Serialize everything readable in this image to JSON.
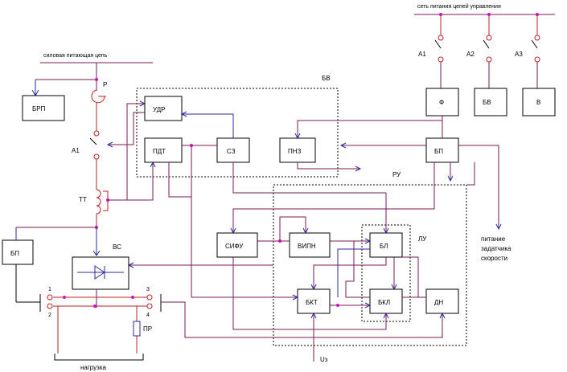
{
  "labels": {
    "control_net": "сеть питания цепей управления",
    "power_net": "силовая питающая цепь",
    "p": "Р",
    "a1_top": "А1",
    "a2": "А2",
    "a3": "А3",
    "a1_left": "А1",
    "tt": "ТТ",
    "vs": "ВС",
    "bv_group": "БВ",
    "ru": "РУ",
    "lu": "ЛУ",
    "speed_supply": [
      "питание",
      "задатчика",
      "скорости"
    ],
    "t1": "1",
    "t2": "2",
    "t3": "3",
    "t4": "4",
    "pr": "ПР",
    "load": "нагрузка",
    "uz": "Uз"
  },
  "blocks": {
    "brp": "БРП",
    "f": "Ф",
    "bv": "БВ",
    "v": "В",
    "udr": "УДР",
    "pdt": "ПДТ",
    "sz": "СЗ",
    "pnz": "ПНЗ",
    "bp_right": "БП",
    "bp_left": "БП",
    "sifu": "СИФУ",
    "vipn": "ВИПН",
    "bl": "БЛ",
    "bkt": "БКТ",
    "bkl": "БКЛ",
    "dn": "ДН"
  }
}
